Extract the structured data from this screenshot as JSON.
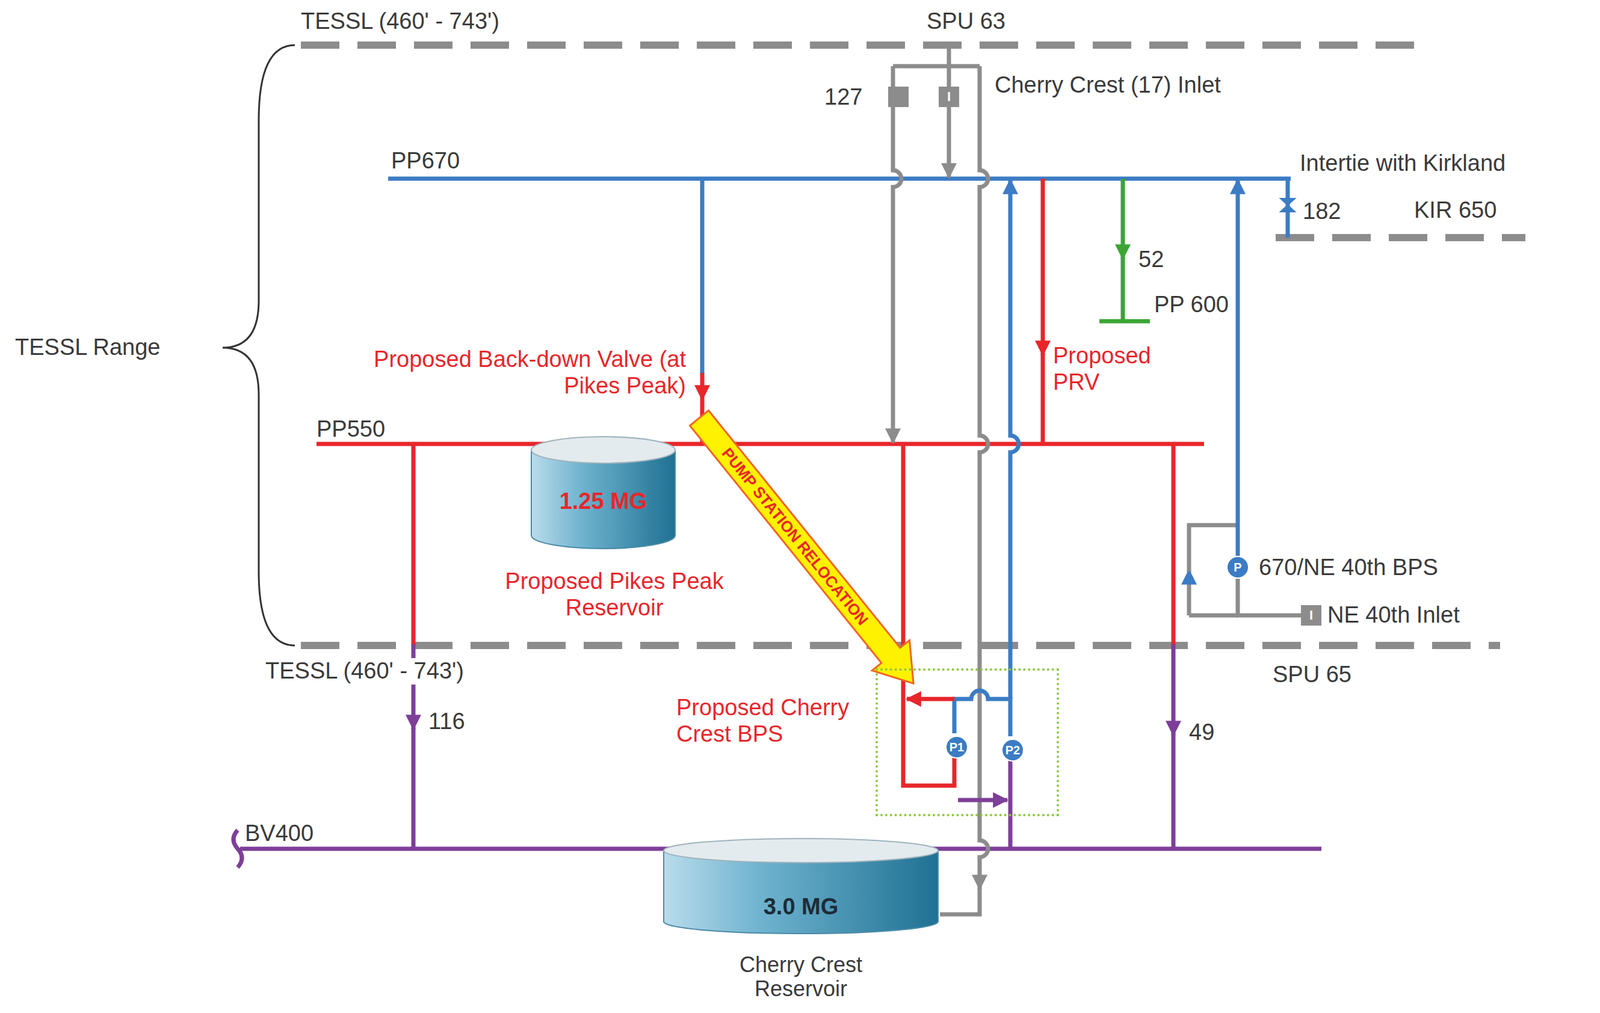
{
  "diagram": {
    "nodes": [
      {
        "text": [
          "1.25 MG",
          "Proposed Pikes Peak Reservoir"
        ]
      },
      {
        "text": [
          "Proposed Cherry Crest BPS"
        ]
      },
      {
        "text": [
          "P1"
        ],
        "in": 1
      },
      {
        "text": [
          "P2"
        ],
        "in": 1
      },
      {
        "text": [
          "P",
          "670/NE 40th BPS"
        ]
      },
      {
        "text": [
          "3.0 MG",
          "Cherry Crest Reservoir"
        ]
      },
      {
        "text": [
          "I",
          "Cherry Crest (17) Inlet"
        ]
      },
      {
        "text": [
          "I",
          "NE 40th Inlet"
        ]
      }
    ],
    "edges": [
      {
        "from": 7,
        "to": 4,
        "arrow": "none"
      }
    ],
    "labels": [
      "TESSL (460' - 743')",
      "SPU 63",
      "127",
      "PP670",
      "Intertie with Kirkland",
      "182",
      "KIR 650",
      "52",
      "PP 600",
      "TESSL Range",
      "Proposed Back-down Valve (at Pikes Peak)",
      "Proposed PRV",
      "PP550",
      "PUMP STATION RELOCATION",
      "TESSL (460' - 743')",
      "SPU 65",
      "116",
      "49",
      "BV400"
    ]
  }
}
